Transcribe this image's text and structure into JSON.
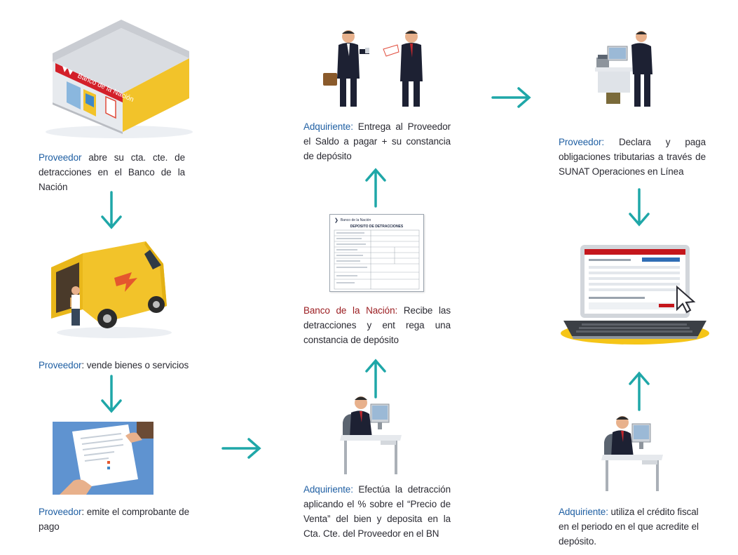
{
  "steps": {
    "bank_open": {
      "role": "Proveedor",
      "text": " abre su cta. cte. de detracciones en el Banco de la Nación"
    },
    "bank_sign": "Banco de la Nación",
    "vende": {
      "role": "Proveedor",
      "text": ": vende bienes o servicios"
    },
    "emite": {
      "role": "Proveedor",
      "text": ": emite el comprobante de pago"
    },
    "efectua": {
      "role": "Adquiriente:",
      "text": " Efectúa la detracción aplicando el % sobre el “Precio de Venta” del bien y deposita en la Cta. Cte. del Proveedor en el BN"
    },
    "recibe": {
      "role": "Banco de la Nación:",
      "text": " Recibe las detracciones y ent rega una constancia de depósito"
    },
    "entrega": {
      "role": "Adquiriente:",
      "text": " Entrega al Proveedor el Saldo a pagar + su constancia de depósito"
    },
    "declara": {
      "role": "Proveedor:",
      "text": " Declara y paga obligaciones tributarias a través de SUNAT Operaciones en Línea"
    },
    "utiliza": {
      "role": "Adquiriente:",
      "text": " utiliza el crédito fiscal en el periodo en el que acredite el depósito."
    }
  },
  "form": {
    "bank": "Banco de la Nación",
    "title": "DEPOSITO DE DETRACCIONES"
  },
  "colors": {
    "arrow": "#1fa7a8",
    "role": "#1f5fa3",
    "bank_role": "#9a1b1f",
    "yellow": "#f5c518",
    "text": "#2b2b33"
  }
}
